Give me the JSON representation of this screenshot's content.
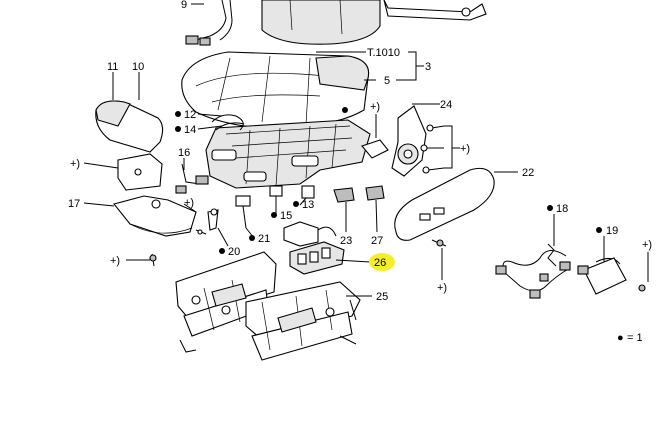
{
  "diagram": {
    "callouts": {
      "c9": "9",
      "c11": "11",
      "c10": "10",
      "t1010": "T.1010",
      "c3": "3",
      "c5": "5",
      "c12": "12",
      "c14": "14",
      "c16": "16",
      "c17": "17",
      "c20": "20",
      "c21": "21",
      "c15": "15",
      "c13": "13",
      "c23": "23",
      "c27": "27",
      "c24": "24",
      "c22": "22",
      "c18": "18",
      "c19": "19",
      "c26": "26",
      "c25": "25",
      "plus_a": "+)",
      "plus_b": "+)",
      "plus_c": "+)",
      "plus_d": "+)",
      "plus_e": "+)",
      "plus_f": "+)",
      "plus_g": "+)"
    },
    "legend": {
      "symbol": "●",
      "text": "= 1"
    },
    "highlight_color": "#f5ef2a"
  }
}
